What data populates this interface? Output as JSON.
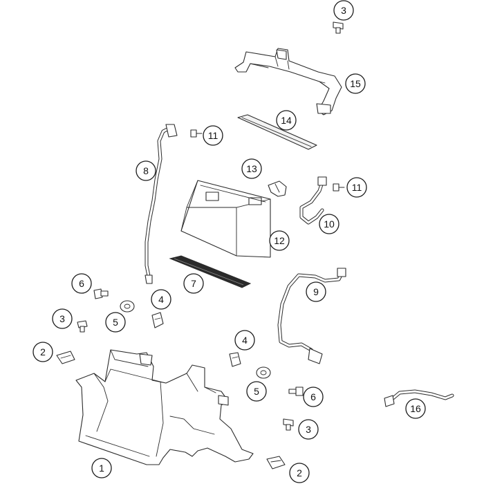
{
  "callouts": [
    {
      "label": "1"
    },
    {
      "label": "2"
    },
    {
      "label": "2"
    },
    {
      "label": "3"
    },
    {
      "label": "3"
    },
    {
      "label": "3"
    },
    {
      "label": "4"
    },
    {
      "label": "4"
    },
    {
      "label": "5"
    },
    {
      "label": "5"
    },
    {
      "label": "6"
    },
    {
      "label": "6"
    },
    {
      "label": "7"
    },
    {
      "label": "8"
    },
    {
      "label": "9"
    },
    {
      "label": "10"
    },
    {
      "label": "11"
    },
    {
      "label": "11"
    },
    {
      "label": "12"
    },
    {
      "label": "13"
    },
    {
      "label": "14"
    },
    {
      "label": "15"
    },
    {
      "label": "16"
    }
  ]
}
